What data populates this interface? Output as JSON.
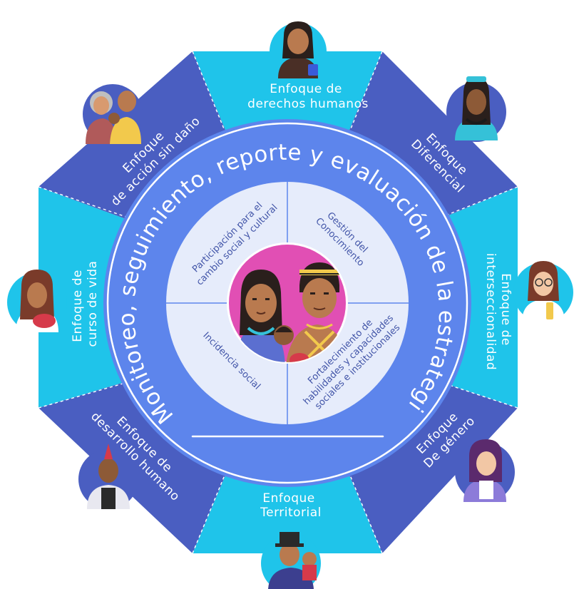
{
  "colors": {
    "dark_segment": "#4a5ec1",
    "light_segment": "#1fc4ea",
    "ring": "#5d85ec",
    "inner_panel": "#e6ecfb",
    "center_circle": "#e14fb4",
    "text_blue": "#4255a8"
  },
  "outer_segments": [
    {
      "id": "derechos-humanos",
      "lines": [
        "Enfoque de",
        "derechos humanos"
      ]
    },
    {
      "id": "diferencial",
      "lines": [
        "Enfoque",
        "Diferencial"
      ]
    },
    {
      "id": "interseccionalidad",
      "lines": [
        "Enfoque de",
        "interseccionalidad"
      ]
    },
    {
      "id": "genero",
      "lines": [
        "Enfoque",
        "De género"
      ]
    },
    {
      "id": "territorial",
      "lines": [
        "Enfoque",
        "Territorial"
      ]
    },
    {
      "id": "desarrollo-humano",
      "lines": [
        "Enfoque de",
        "desarrollo humano"
      ]
    },
    {
      "id": "curso-de-vida",
      "lines": [
        "Enfoque de",
        "curso de vida"
      ]
    },
    {
      "id": "accion-sin-dano",
      "lines": [
        "Enfoque",
        "de acción sin daño"
      ]
    }
  ],
  "ring": {
    "text": "Monitoreo, seguimiento, reporte y evaluación de la estrategia"
  },
  "quadrants": [
    {
      "id": "participacion",
      "lines": [
        "Participación para el",
        "cambio social y cultural"
      ]
    },
    {
      "id": "gestion",
      "lines": [
        "Gestión del",
        "Conocimiento"
      ]
    },
    {
      "id": "fortalecimiento",
      "lines": [
        "Fortalecimiento de",
        "habilidades y capacidades",
        "sociales e institucionales"
      ]
    },
    {
      "id": "incidencia",
      "lines": [
        "Incidencia social"
      ]
    }
  ],
  "icons": {
    "portraits": [
      "woman-with-braids-icon",
      "indigenous-woman-icon",
      "woman-with-glasses-icon",
      "woman-purple-hair-icon",
      "man-with-hat-and-child-icon",
      "man-mohawk-icon",
      "woman-with-baby-icon",
      "grandparents-with-child-icon"
    ],
    "center": "indigenous-family-icon"
  }
}
